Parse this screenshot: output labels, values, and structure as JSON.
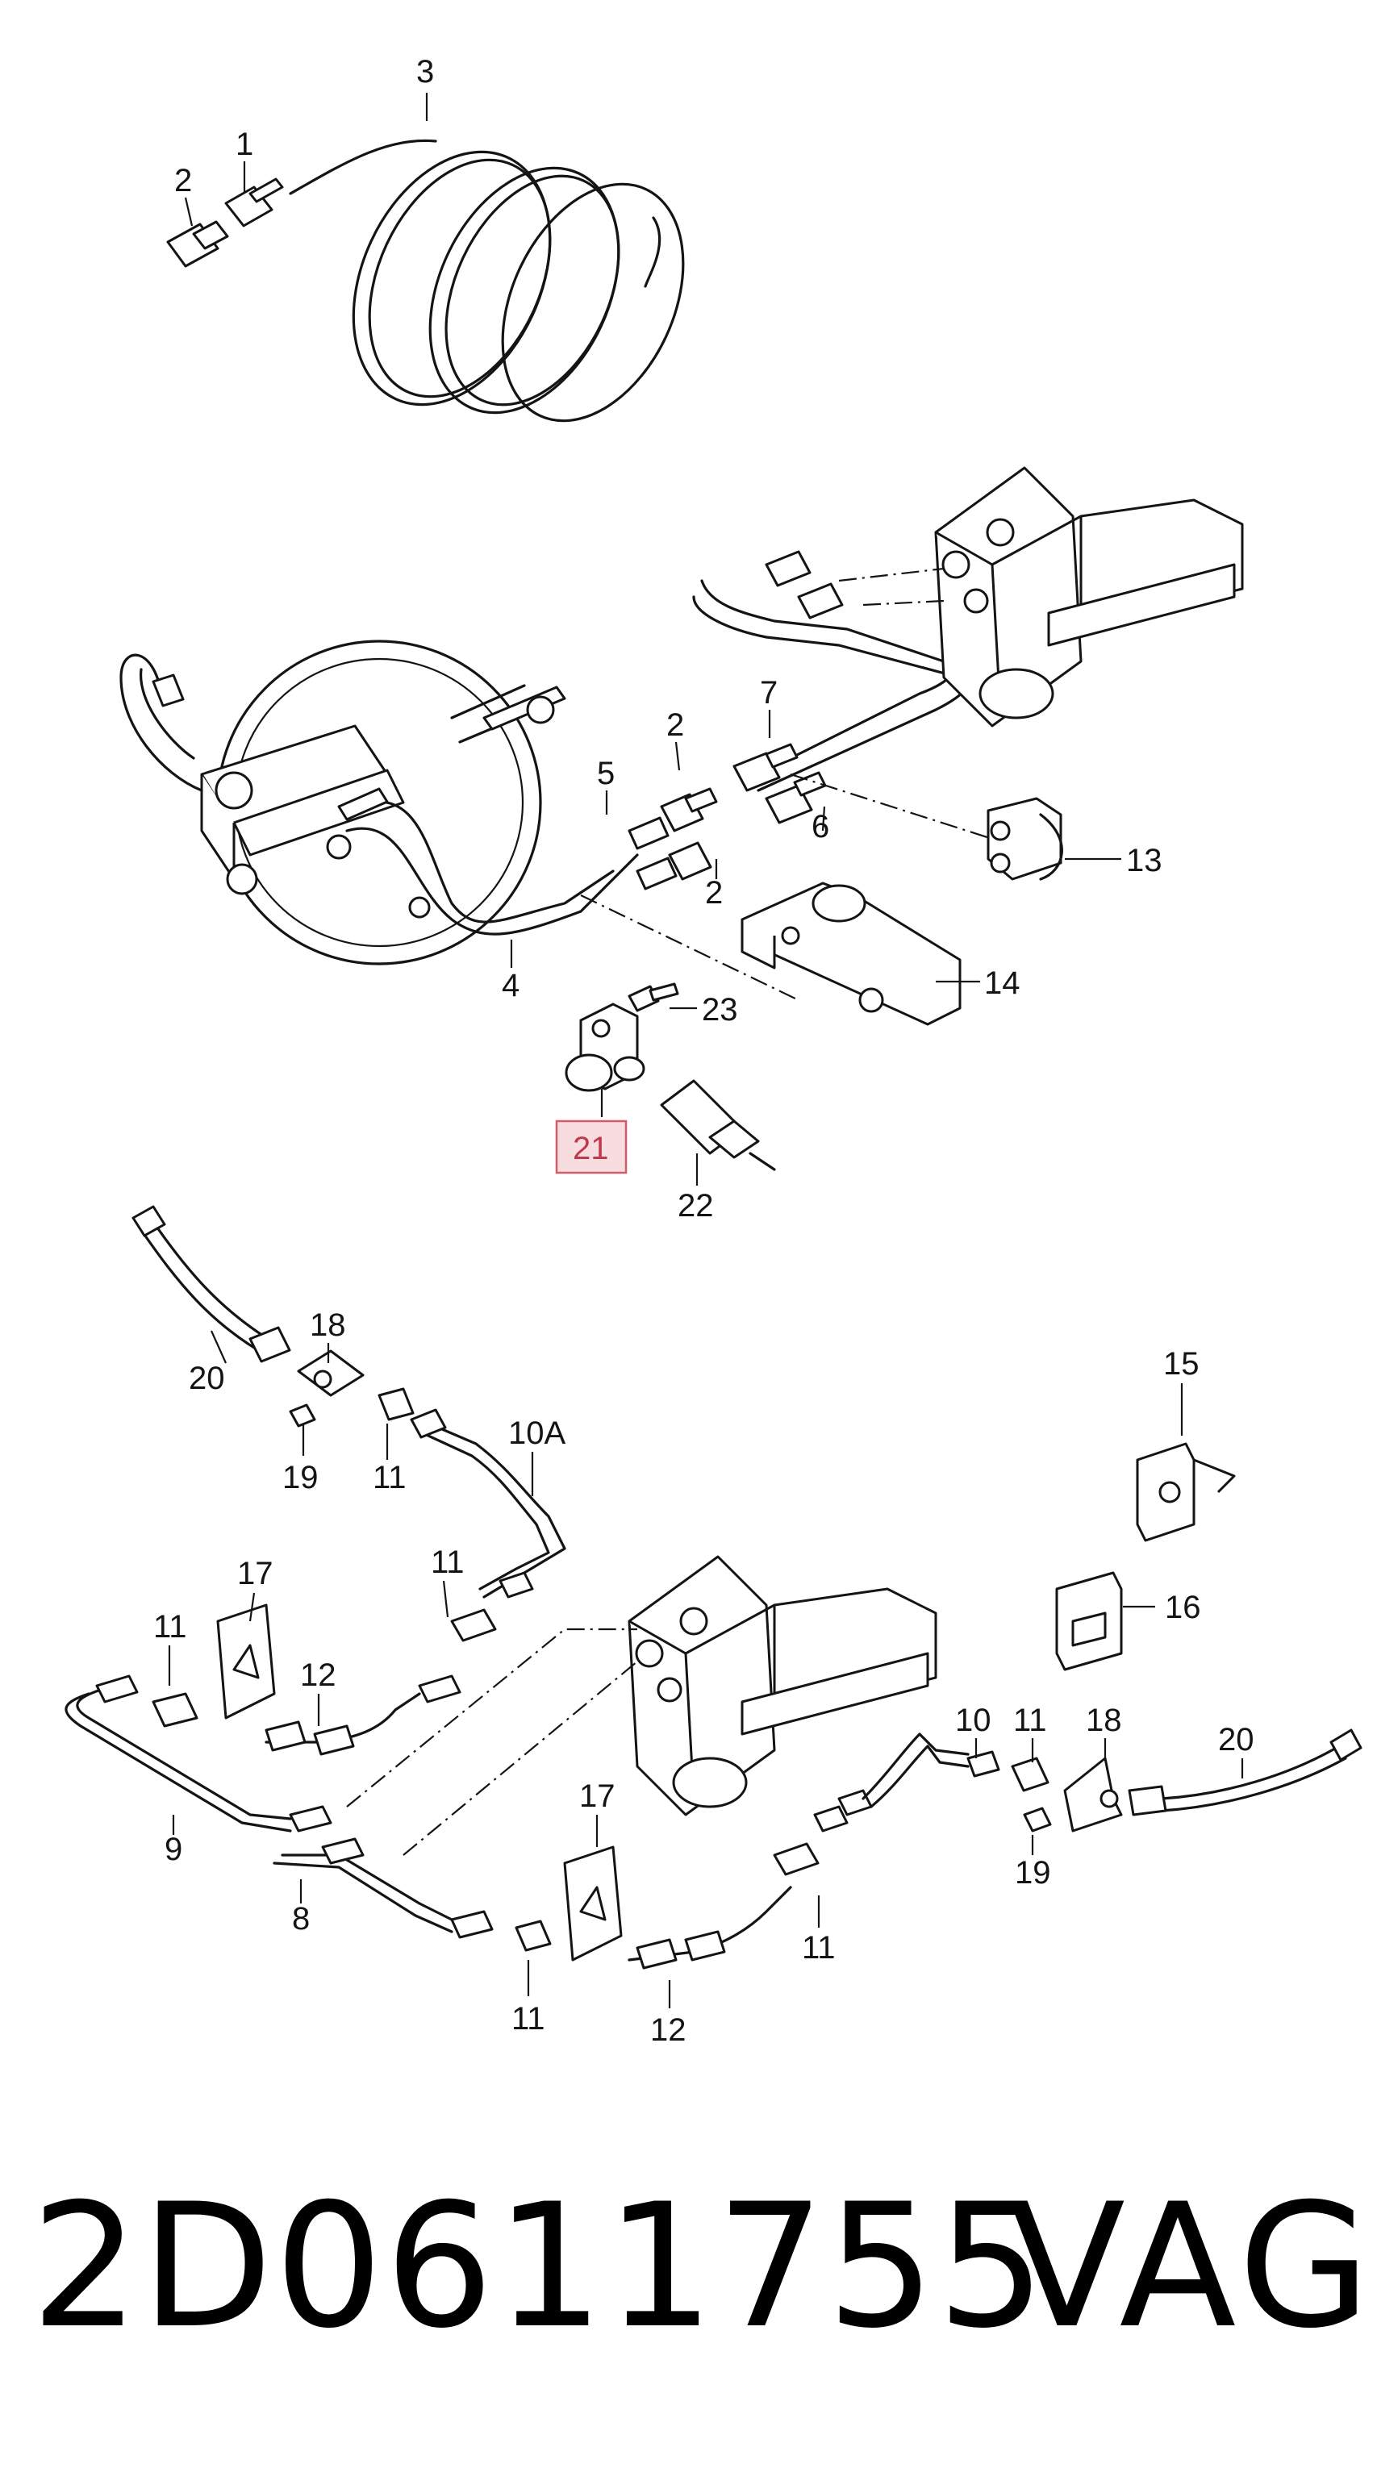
{
  "diagram": {
    "callouts": {
      "c3": "3",
      "c1": "1",
      "c2a": "2",
      "c7": "7",
      "c2b": "2",
      "c5": "5",
      "c6": "6",
      "c2c": "2",
      "c13": "13",
      "c4": "4",
      "c14": "14",
      "c23": "23",
      "c21": "21",
      "c22": "22",
      "c18a": "18",
      "c20a": "20",
      "c10a": "10A",
      "c19a": "19",
      "c11a": "11",
      "c15": "15",
      "c17a": "17",
      "c11b": "11",
      "c16": "16",
      "c11c": "11",
      "c12a": "12",
      "c10b": "10",
      "c11d": "11",
      "c18b": "18",
      "c20b": "20",
      "c19b": "19",
      "c9": "9",
      "c17b": "17",
      "c8": "8",
      "c11e": "11",
      "c11f": "11",
      "c12b": "12"
    },
    "highlight_color": "#d45c6a"
  },
  "footer": {
    "part_number": "2D0611755",
    "brand": "VAG"
  }
}
